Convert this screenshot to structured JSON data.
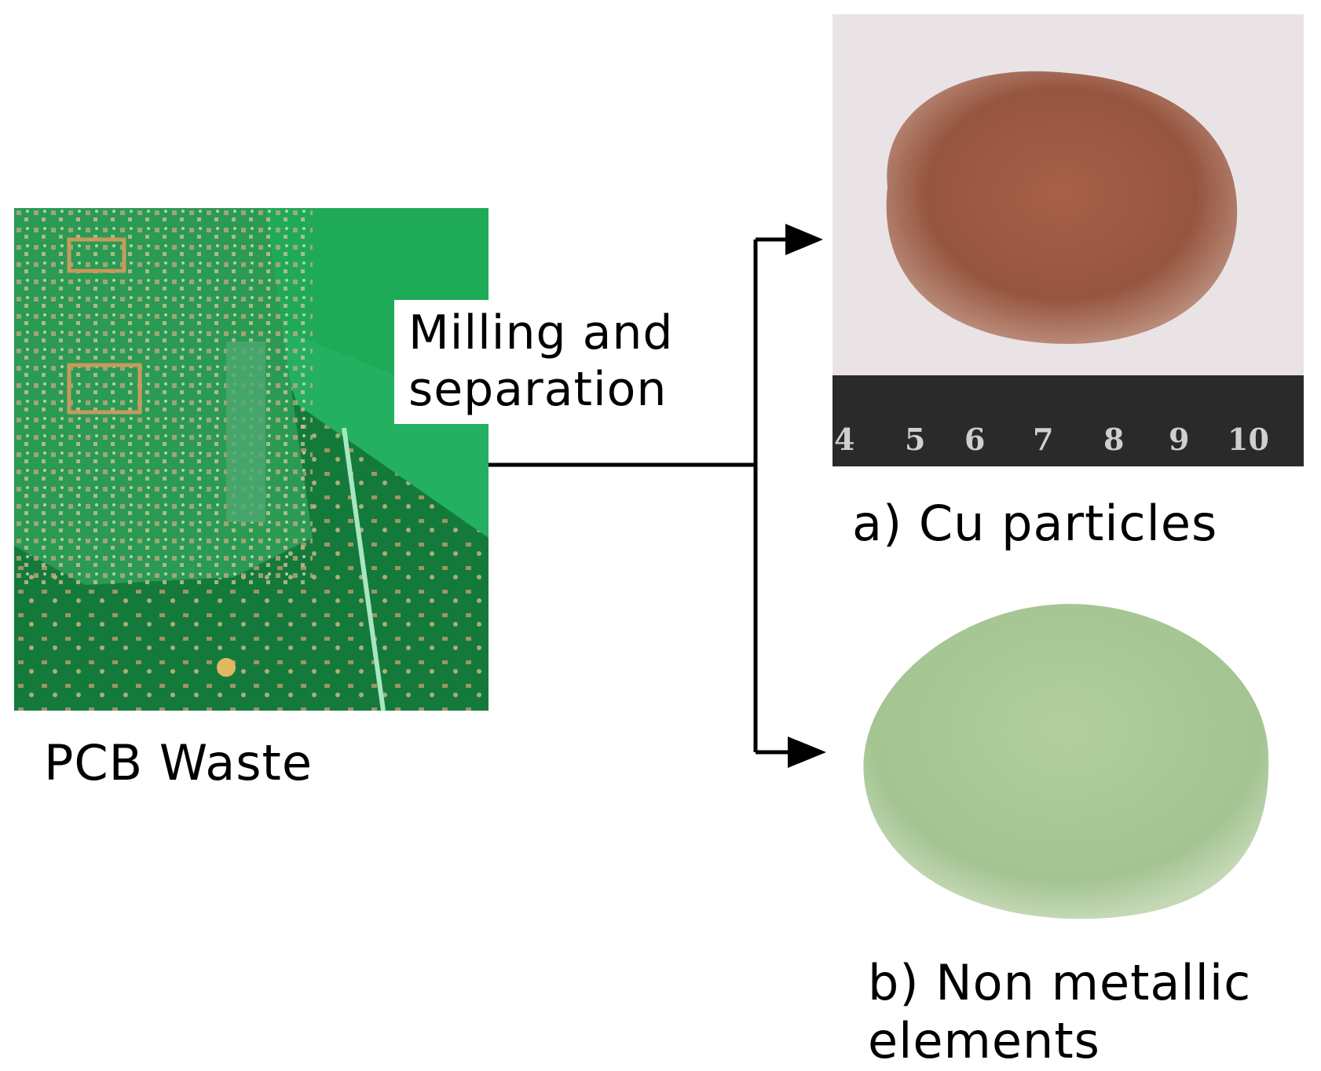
{
  "process_step": [
    "Milling and",
    "separation"
  ],
  "input": {
    "label": "PCB Waste",
    "image": "pcb-board-photo"
  },
  "outputs": [
    {
      "label": "a) Cu particles",
      "image": "copper-powder-photo"
    },
    {
      "label": [
        "b) Non metallic",
        "elements"
      ],
      "image": "green-powder-photo"
    }
  ],
  "ruler_ticks": [
    "4",
    "5",
    "6",
    "7",
    "8",
    "9",
    "10"
  ],
  "colors": {
    "pcb": "#1f9a4e",
    "copper": "#9e5a45",
    "nonmetal": "#a9c69a",
    "ruler": "#2a2a2a",
    "arrow": "#000000"
  }
}
